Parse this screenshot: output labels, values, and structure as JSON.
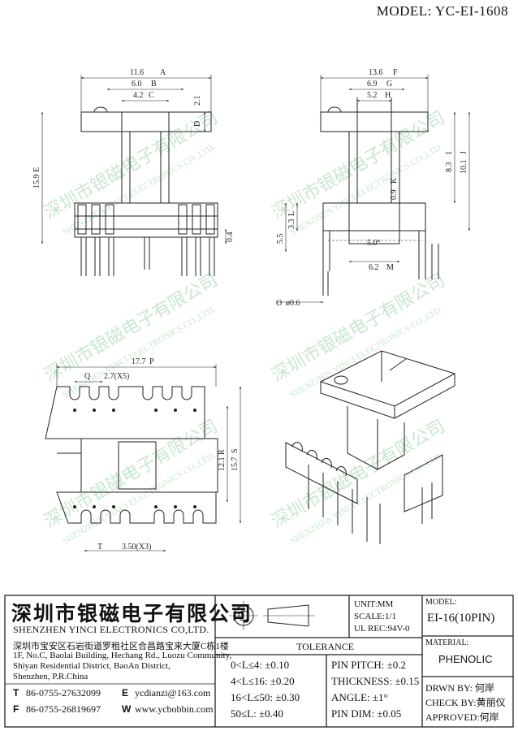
{
  "header": {
    "model_title": "MODEL: YC-EI-1608"
  },
  "dimensions": {
    "d11_6": "11.6",
    "lA": "A",
    "d6_0": "6.0",
    "lB": "B",
    "d4_2": "4.2",
    "lC": "C",
    "d2_1": "2.1",
    "lD": "D",
    "d15_9": "15.9",
    "lE": "E",
    "d0_4": "0.4",
    "d13_6": "13.6",
    "lF": "F",
    "d6_9": "6.9",
    "lG": "G",
    "d5_2": "5.2",
    "lH": "H",
    "d8_3": "8.3",
    "lI": "I",
    "d10_1": "10.1",
    "lJ": "J",
    "d0_9": "0.9",
    "lK": "K",
    "d3_3": "3.3",
    "lL": "L",
    "d5_5": "5.5",
    "d5_0deg": "5.0°",
    "d6_2": "6.2",
    "lM": "M",
    "d0_6": "ø0.6",
    "lO": "O",
    "d17_7": "17.7",
    "lP": "P",
    "d2_7x5": "2.7(X5)",
    "lQ": "Q",
    "d12_1": "12.1",
    "lR": "R",
    "d15_7": "15.7",
    "lS": "S",
    "d3_50x3": "3.50(X3)",
    "lT": "T"
  },
  "watermark": {
    "cn": "深圳市银磁电子有限公司",
    "en": "SHENZHEN YINCI ELECTRONICS CO.,LTD."
  },
  "company": {
    "name_cn": "深圳市银磁电子有限公司",
    "name_en": "SHENZHEN YINCI ELECTRONICS CO,LTD.",
    "address_cn": "深圳市宝安区石岩街道罗租社区合昌路宝来大厦C栋1楼",
    "address_en_1": "1F, No.C, Baolai Building, Hechang Rd., Luozu Community,",
    "address_en_2": "Shiyan Residential District, BaoAn District,",
    "address_en_3": "Shenzhen, P.R.China",
    "tel_label": "T",
    "tel": "86-0755-27632099",
    "fax_label": "F",
    "fax": "86-0755-26819697",
    "email_label": "E",
    "email": "ycdianzi@163.com",
    "web_label": "W",
    "web": "www.ycbobbin.com"
  },
  "specs": {
    "unit": "UNIT:MM",
    "scale": "SCALE:1/1",
    "ul_rec": "UL REC:94V-0",
    "tolerance_title": "TOLERANCE",
    "tol_1": "0<L≤4: ±0.10",
    "tol_2": "4<L≤16: ±0.20",
    "tol_3": "16<L≤50: ±0.30",
    "tol_4": "50≤L: ±0.40",
    "pin_pitch": "PIN PITCH: ±0.2",
    "thickness": "THICKNESS: ±0.15",
    "angle": "ANGLE: ±1°",
    "pin_dim": "PIN DIM: ±0.05"
  },
  "model_box": {
    "label": "MODEL:",
    "value": "EI-16(10PIN)"
  },
  "material_box": {
    "label": "MATERIAL:",
    "value": "PHENOLIC"
  },
  "approvals": {
    "drawn": "DRWN BY: 何岸",
    "checked": "CHECK BY:黄丽仪",
    "approved": "APPROVED:何岸"
  }
}
